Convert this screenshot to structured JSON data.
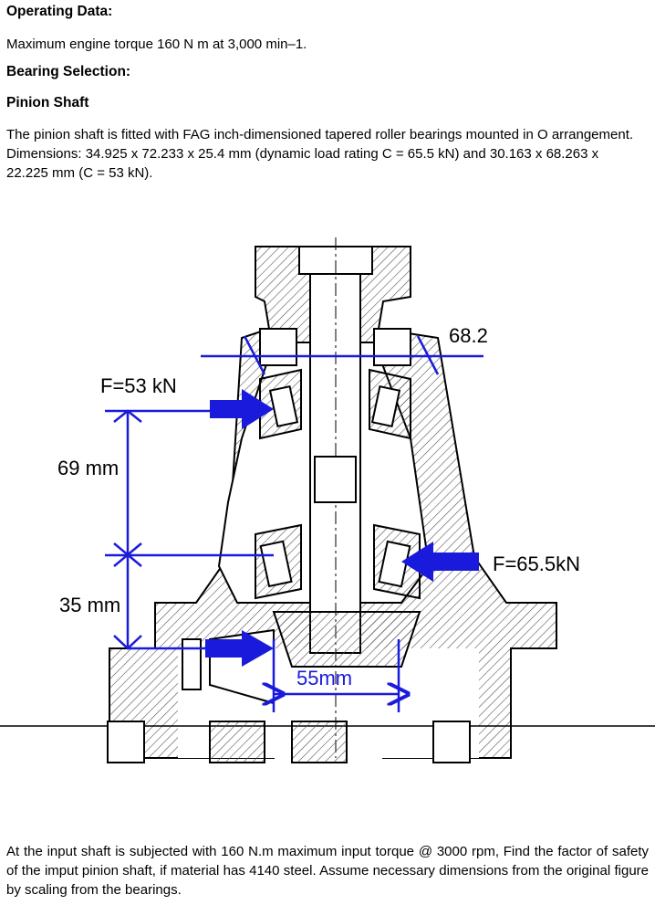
{
  "header": {
    "operating_title": "Operating Data:",
    "operating_line": "Maximum engine torque 160 N m at 3,000 min–1.",
    "bearing_title": "Bearing Selection:",
    "pinion_title": "Pinion Shaft",
    "pinion_paragraph": "The pinion shaft is fitted with FAG inch-dimensioned tapered roller bearings mounted in O arrangement. Dimensions: 34.925 x 72.233 x 25.4 mm (dynamic load rating C = 65.5 kN) and 30.163 x 68.263 x 22.225 mm (C = 53 kN)."
  },
  "figure": {
    "label_top_right": "68.2",
    "force_upper": "F=53 kN",
    "force_lower": "F=65.5kN",
    "dim_upper": "69 mm",
    "dim_lower": "35 mm",
    "dim_bottom": "55mm",
    "colors": {
      "arrow": "#1a1adc",
      "line": "#000000",
      "hatch": "#555555"
    }
  },
  "question": "At the input shaft is subjected with 160 N.m maximum input torque @ 3000 rpm, Find the factor of safety of the imput pinion shaft, if material has 4140 steel. Assume necessary dimensions from the original figure by scaling from the bearings."
}
